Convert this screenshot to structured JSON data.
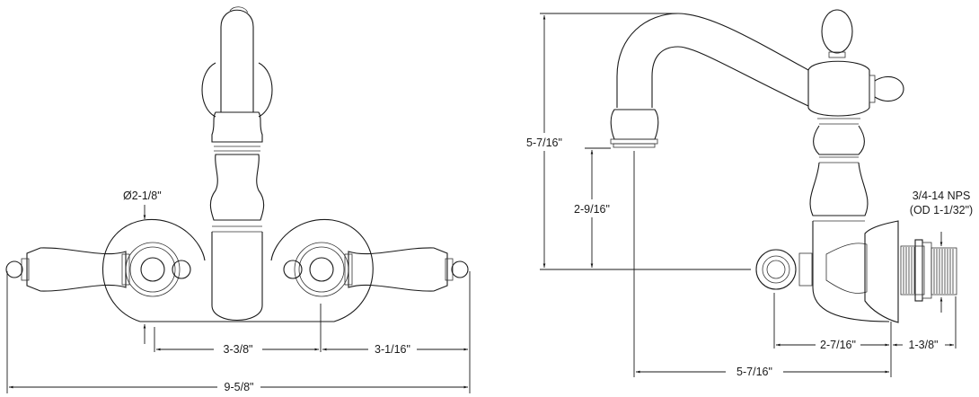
{
  "drawing": {
    "subject": "Wall-mount faucet with lever handles",
    "units": "inches",
    "front_view": {
      "flange_diameter": "Ø2-1/8\"",
      "center_to_center": "3-3/8\"",
      "center_to_handle_end": "3-1/16\"",
      "overall_width": "9-5/8\""
    },
    "side_view": {
      "overall_height": "5-7/16\"",
      "spout_clearance_height": "2-9/16\"",
      "spout_reach": "5-7/16\"",
      "valve_projection": "2-7/16\"",
      "shank_length": "1-3/8\"",
      "thread_spec_line1": "3/4-14 NPS",
      "thread_spec_line2": "(OD 1-1/32\")"
    }
  }
}
